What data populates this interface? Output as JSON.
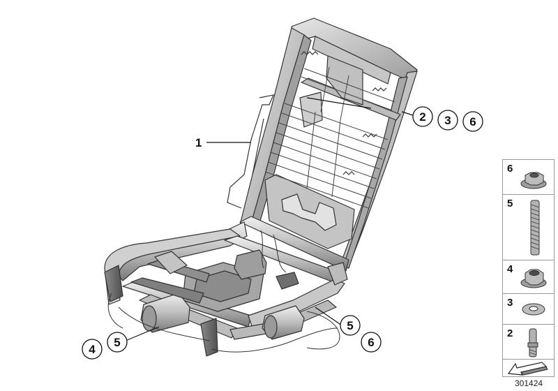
{
  "diagram": {
    "drawing_number": "301424",
    "labels": {
      "frame_label": "1",
      "callout_2": "2",
      "callout_3": "3",
      "callout_6a": "6",
      "callout_4": "4",
      "callout_5a": "5",
      "callout_5b": "5",
      "callout_6b": "6"
    },
    "parts_panel": [
      {
        "num": "6",
        "icon": "flange-nut-icon"
      },
      {
        "num": "5",
        "icon": "stud-bolt-icon"
      },
      {
        "num": "4",
        "icon": "hex-nut-icon"
      },
      {
        "num": "3",
        "icon": "washer-icon"
      },
      {
        "num": "2",
        "icon": "pin-bolt-icon"
      }
    ],
    "colors": {
      "line": "#333333",
      "metal_light": "#d4d4d4",
      "metal_mid": "#a9a9a9",
      "metal_dark": "#6f6f6f"
    }
  }
}
